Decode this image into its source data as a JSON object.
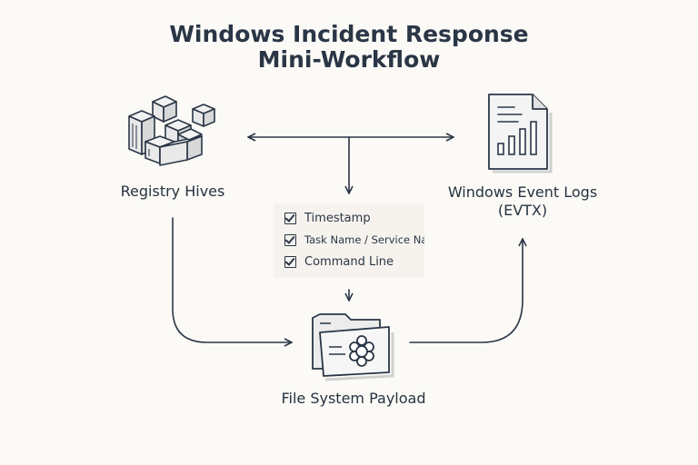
{
  "title_line1": "Windows Incident Response",
  "title_line2": "Mini-Workflow",
  "nodes": {
    "registry": "Registry Hives",
    "event_logs_line1": "Windows Event Logs",
    "event_logs_line2": "(EVTX)",
    "file_system": "File System Payload"
  },
  "checklist": [
    "Timestamp",
    "Task Name / Service Name",
    "Command Line"
  ],
  "icons": {
    "registry": "cubes-icon",
    "event_logs": "log-document-chart-icon",
    "file_system": "folder-gear-icon"
  },
  "colors": {
    "ink": "#2a3646",
    "background": "#fbfaf6",
    "panel": "#f6f3ee"
  }
}
